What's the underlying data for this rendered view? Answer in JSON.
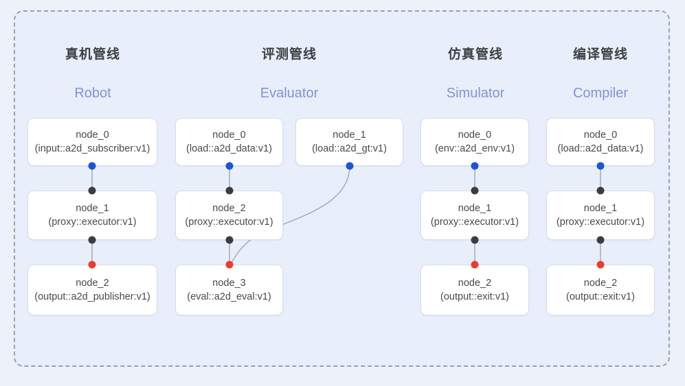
{
  "diagram": {
    "frame_label": "pipeline-group-frame",
    "accent_blue": "#1a56d6",
    "accent_red": "#ec3c2b",
    "port_dark": "#3c3c3c",
    "edge_color": "#aab0b8",
    "subtitle_color": "#7e93d8",
    "columns": [
      {
        "title_cn": "真机管线",
        "title_en": "Robot",
        "nodes": [
          {
            "name": "node_0",
            "signature": "(input::a2d_subscriber:v1)"
          },
          {
            "name": "node_1",
            "signature": "(proxy::executor:v1)"
          },
          {
            "name": "node_2",
            "signature": "(output::a2d_publisher:v1)"
          }
        ]
      },
      {
        "title_cn": "评测管线",
        "title_en": "Evaluator",
        "nodes": [
          {
            "name": "node_0",
            "signature": "(load::a2d_data:v1)"
          },
          {
            "name": "node_1",
            "signature": "(load::a2d_gt:v1)"
          },
          {
            "name": "node_2",
            "signature": "(proxy::executor:v1)"
          },
          {
            "name": "node_3",
            "signature": "(eval::a2d_eval:v1)"
          }
        ]
      },
      {
        "title_cn": "仿真管线",
        "title_en": "Simulator",
        "nodes": [
          {
            "name": "node_0",
            "signature": "(env::a2d_env:v1)"
          },
          {
            "name": "node_1",
            "signature": "(proxy::executor:v1)"
          },
          {
            "name": "node_2",
            "signature": "(output::exit:v1)"
          }
        ]
      },
      {
        "title_cn": "编译管线",
        "title_en": "Compiler",
        "nodes": [
          {
            "name": "node_0",
            "signature": "(load::a2d_data:v1)"
          },
          {
            "name": "node_1",
            "signature": "(proxy::executor:v1)"
          },
          {
            "name": "node_2",
            "signature": "(output::exit:v1)"
          }
        ]
      }
    ]
  }
}
